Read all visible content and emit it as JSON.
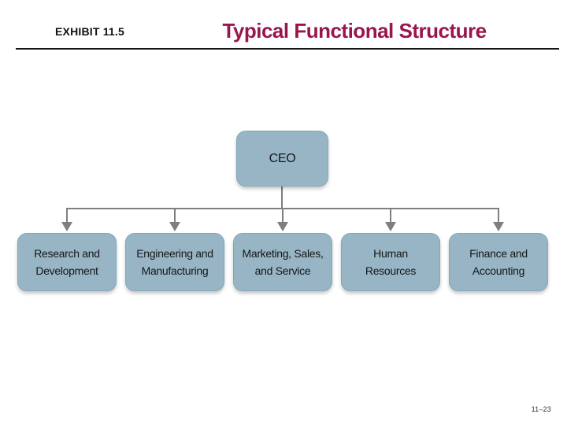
{
  "header": {
    "exhibit_label": "EXHIBIT 11.5",
    "title": "Typical Functional Structure"
  },
  "org_chart": {
    "type": "org-tree",
    "root": {
      "label": "CEO"
    },
    "children": [
      {
        "line1": "Research and",
        "line2": "Development"
      },
      {
        "line1": "Engineering and",
        "line2": "Manufacturing"
      },
      {
        "line1": "Marketing, Sales,",
        "line2": "and Service"
      },
      {
        "line1": "Human",
        "line2": "Resources"
      },
      {
        "line1": "Finance and",
        "line2": "Accounting"
      }
    ]
  },
  "footer": {
    "page_number": "11–23"
  },
  "colors": {
    "title": "#99164D",
    "box-fill": "#97B5C5",
    "line": "#7F7F7F"
  }
}
